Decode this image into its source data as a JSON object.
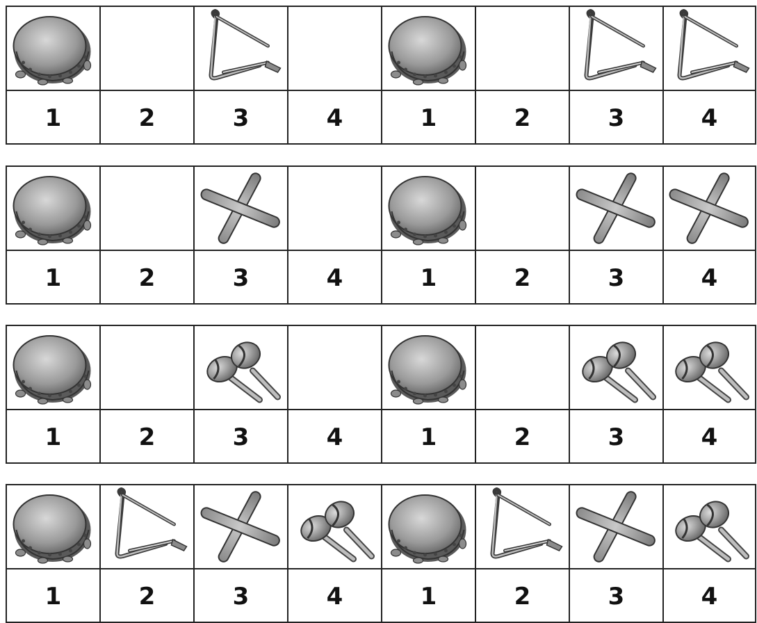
{
  "rows": [
    {
      "pictures": [
        "tambourine-icon",
        "empty",
        "triangle-icon",
        "empty",
        "tambourine-icon",
        "empty",
        "triangle-icon",
        "triangle-icon"
      ],
      "numbers": [
        "1",
        "2",
        "3",
        "4",
        "1",
        "2",
        "3",
        "4"
      ]
    },
    {
      "pictures": [
        "tambourine-icon",
        "empty",
        "claves-icon",
        "empty",
        "tambourine-icon",
        "empty",
        "claves-icon",
        "claves-icon"
      ],
      "numbers": [
        "1",
        "2",
        "3",
        "4",
        "1",
        "2",
        "3",
        "4"
      ]
    },
    {
      "pictures": [
        "tambourine-icon",
        "empty",
        "maracas-icon",
        "empty",
        "tambourine-icon",
        "empty",
        "maracas-icon",
        "maracas-icon"
      ],
      "numbers": [
        "1",
        "2",
        "3",
        "4",
        "1",
        "2",
        "3",
        "4"
      ]
    },
    {
      "pictures": [
        "tambourine-icon",
        "triangle-icon",
        "claves-icon",
        "maracas-icon",
        "tambourine-icon",
        "triangle-icon",
        "claves-icon",
        "maracas-icon"
      ],
      "numbers": [
        "1",
        "2",
        "3",
        "4",
        "1",
        "2",
        "3",
        "4"
      ]
    }
  ]
}
